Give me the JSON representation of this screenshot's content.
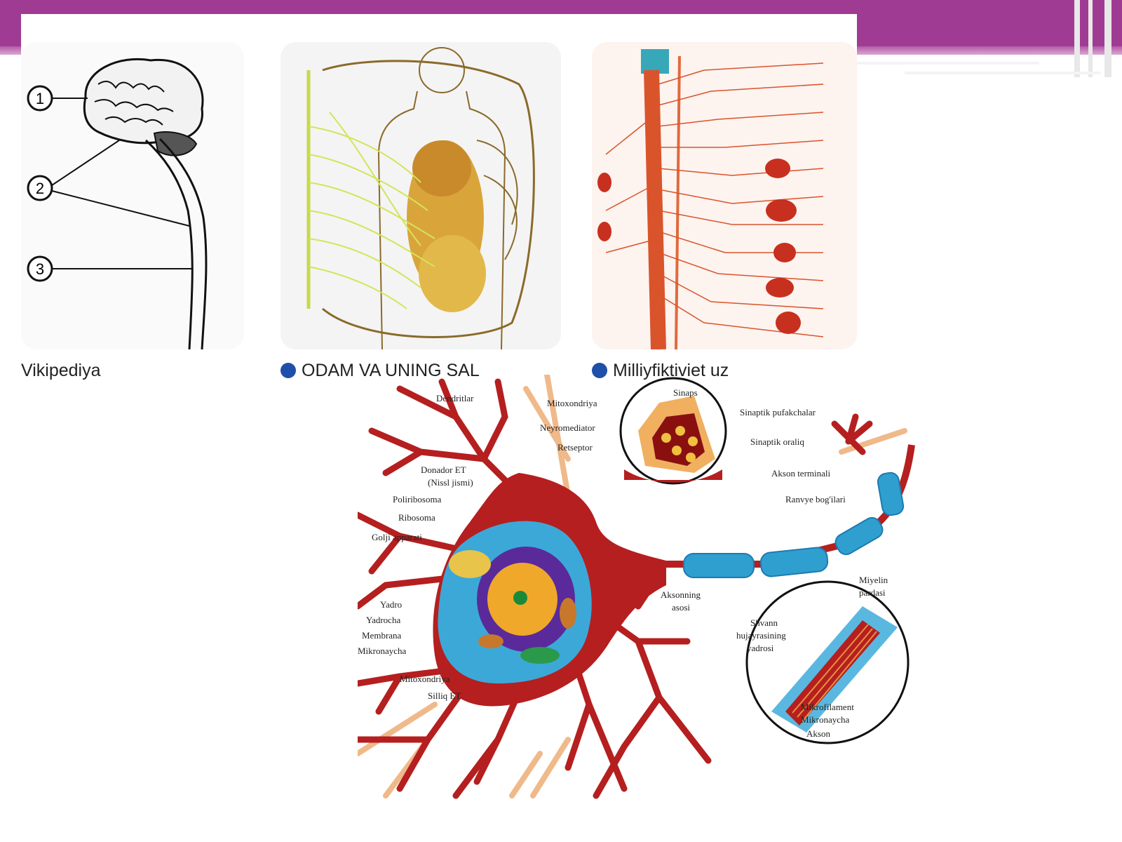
{
  "slide": {
    "bar_color": "#a03b94"
  },
  "results": [
    {
      "source": "Vikipediya",
      "alt": "brain-spinal-cord-diagram"
    },
    {
      "source": "ODAM VA UNING SAL",
      "alt": "autonomic-nerves-body-diagram"
    },
    {
      "source": "Milliyfiktiviet uz",
      "alt": "sympathetic-nervous-system-diagram"
    }
  ],
  "brain_labels": [
    "1",
    "2",
    "3"
  ],
  "neuron": {
    "labels": {
      "dendrite": "Dendritlar",
      "synapse": "Sinaps",
      "mitochondria_top": "Mitoxondriya",
      "neurotransmitter": "Neyromediator",
      "receptor": "Retseptor",
      "synaptic_vesicles": "Sinaptik pufakchalar",
      "synaptic_cleft": "Sinaptik oraliq",
      "axon_terminal": "Akson terminali",
      "rough_er": "Donador ET",
      "rough_er_sub": "(Nissl jismi)",
      "polyribosome": "Poliribosoma",
      "ribosome": "Ribosoma",
      "golgi": "Golji apparati",
      "ranvier": "Ranvye bog'ilari",
      "myelin": "Miyelin",
      "myelin_2": "pardasi",
      "axon_hillock": "Aksonning",
      "axon_hillock_2": "asosi",
      "nucleus": "Yadro",
      "nucleolus": "Yadrocha",
      "membrane": "Membrana",
      "microtubule": "Mikronaycha",
      "mitochondria": "Mitoxondriya",
      "smooth_er": "Silliq ET",
      "schwann": "Shvann",
      "schwann_2": "hujayrasining",
      "schwann_3": "yadrosi",
      "microfilament": "Mikrofilament",
      "microtubule_2": "Mikronaycha",
      "axon": "Akson"
    }
  }
}
